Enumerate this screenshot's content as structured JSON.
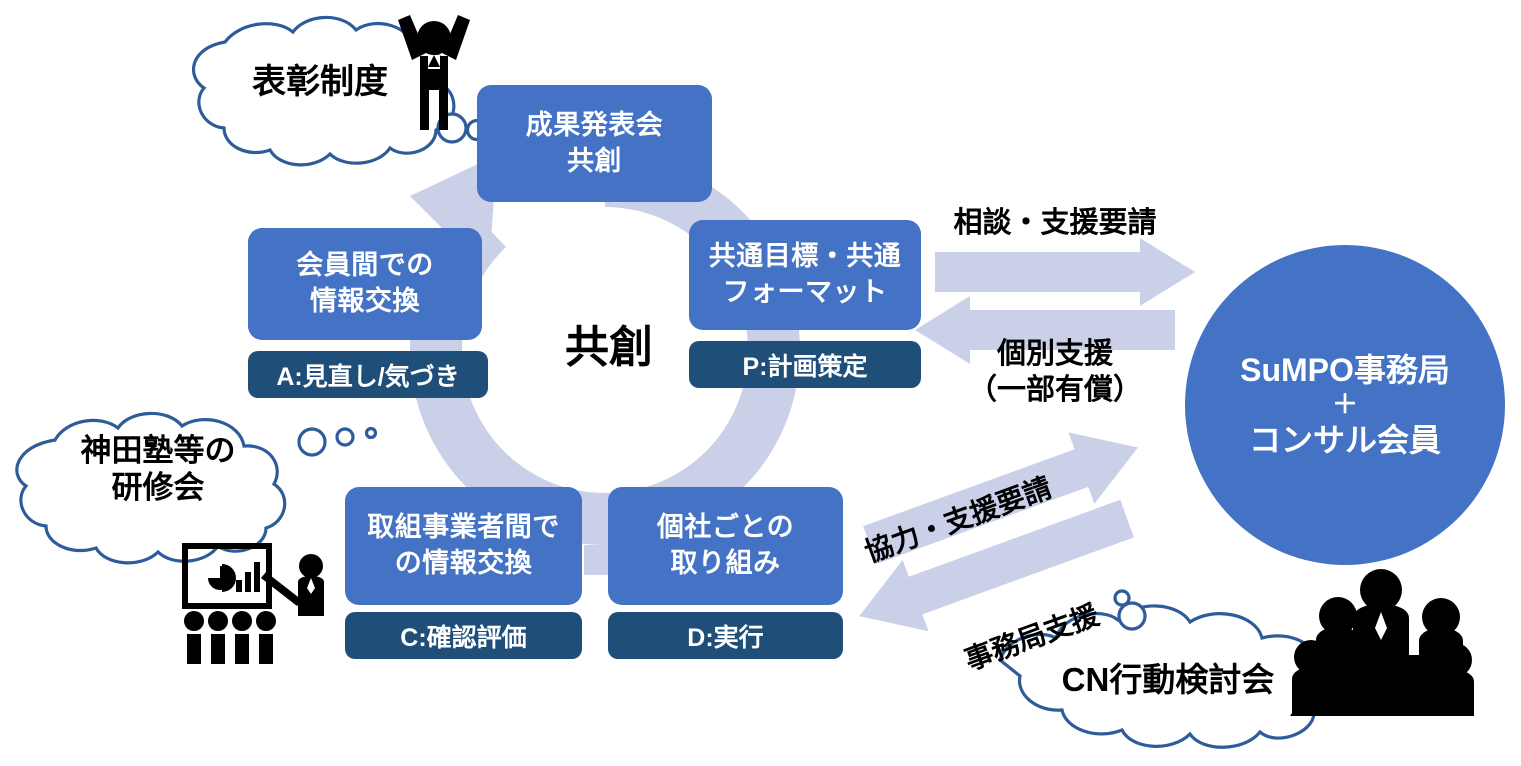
{
  "title_center": "共創",
  "cycle_cards": [
    {
      "id": "results",
      "lines": [
        "成果発表会",
        "共創"
      ]
    },
    {
      "id": "plan",
      "lines": [
        "共通目標・共通",
        "フォーマット"
      ]
    },
    {
      "id": "do",
      "lines": [
        "個社ごとの",
        "取り組み"
      ]
    },
    {
      "id": "check",
      "lines": [
        "取組事業者間で",
        "の情報交換"
      ]
    },
    {
      "id": "act",
      "lines": [
        "会員間での",
        "情報交換"
      ]
    }
  ],
  "pdca_tags": [
    {
      "id": "p",
      "label": "P:計画策定"
    },
    {
      "id": "d",
      "label": "D:実行"
    },
    {
      "id": "c",
      "label": "C:確認評価"
    },
    {
      "id": "a",
      "label": "A:見直し/気づき"
    }
  ],
  "clouds": [
    {
      "id": "award",
      "lines": [
        "表彰制度"
      ]
    },
    {
      "id": "kanda",
      "lines": [
        "神田塾等の",
        "研修会"
      ]
    },
    {
      "id": "cn",
      "lines": [
        "CN行動検討会"
      ]
    }
  ],
  "flow_labels": [
    {
      "id": "consult-request",
      "lines": [
        "相談・支援要請"
      ]
    },
    {
      "id": "individual-support",
      "lines": [
        "個別支援",
        "（一部有償）"
      ]
    },
    {
      "id": "cooperation-request",
      "lines": [
        "協力・支援要請"
      ]
    },
    {
      "id": "secretariat-support",
      "lines": [
        "事務局支援"
      ]
    }
  ],
  "hub": {
    "lines": [
      "SuMPO事務局",
      "＋",
      "コンサル会員"
    ]
  },
  "colors": {
    "card_blue": "#4472C4",
    "tag_navy": "#1F4E79",
    "arrow_lavender": "#C9D0E8",
    "cloud_outline": "#2E5C9A",
    "text_black": "#000000",
    "text_white": "#FFFFFF",
    "background": "#FFFFFF"
  },
  "icons": [
    {
      "id": "celebrating-person-icon"
    },
    {
      "id": "presentation-audience-icon"
    },
    {
      "id": "meeting-people-icon"
    }
  ]
}
